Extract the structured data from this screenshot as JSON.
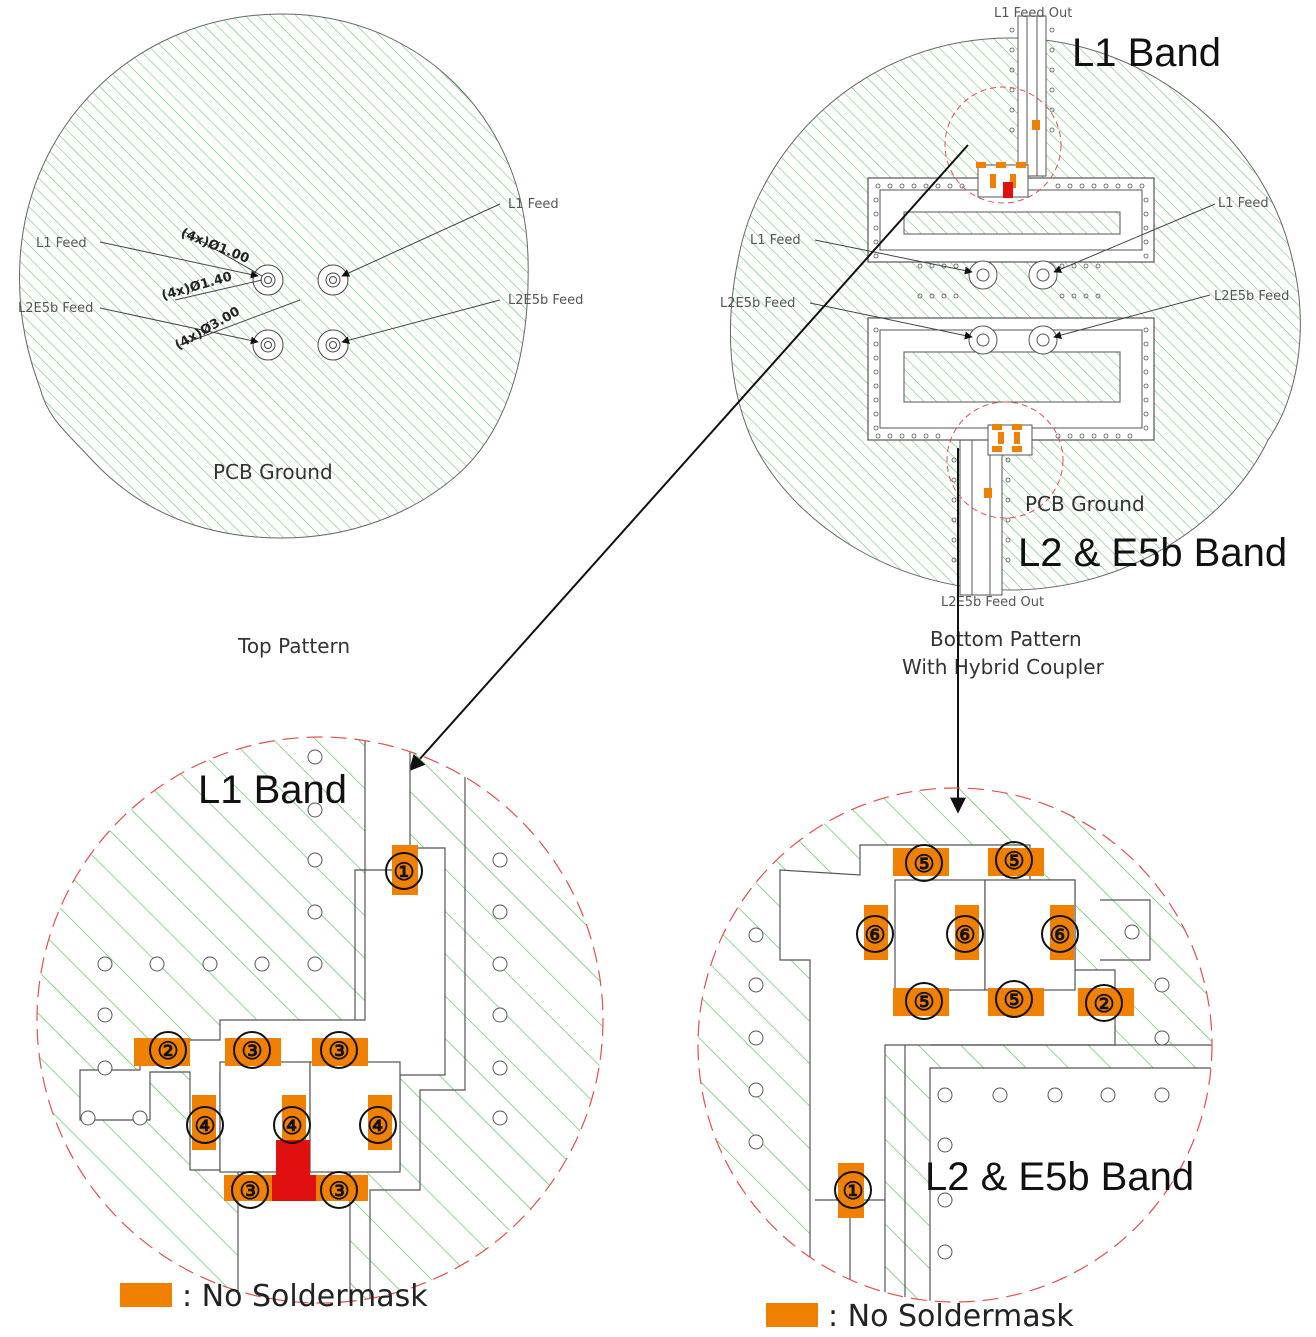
{
  "top_pattern": {
    "caption": "Top Pattern",
    "ground_label": "PCB Ground",
    "labels": {
      "l1_feed_left": "L1 Feed",
      "l1_feed_right": "L1 Feed",
      "l2e5b_feed_left": "L2E5b Feed",
      "l2e5b_feed_right": "L2E5b Feed"
    },
    "dims": [
      "(4x)Ø1.00",
      "(4x)Ø1.40",
      "(4x)Ø3.00"
    ]
  },
  "bottom_pattern": {
    "caption_line1": "Bottom Pattern",
    "caption_line2": "With Hybrid Coupler",
    "ground_label": "PCB Ground",
    "feed_out_top": "L1 Feed Out",
    "feed_out_bottom": "L2E5b Feed Out",
    "band_top": "L1 Band",
    "band_bottom": "L2 & E5b Band",
    "labels": {
      "l1_feed_left": "L1 Feed",
      "l1_feed_right": "L1 Feed",
      "l2e5b_feed_left": "L2E5b Feed",
      "l2e5b_feed_right": "L2E5b Feed"
    }
  },
  "detail_l1": {
    "title": "L1 Band",
    "badges": [
      "①",
      "②",
      "③",
      "③",
      "④",
      "④",
      "④",
      "③",
      "③"
    ],
    "legend": ": No Soldermask"
  },
  "detail_l2": {
    "title": "L2 & E5b Band",
    "badges": [
      "⑤",
      "⑤",
      "⑥",
      "⑥",
      "⑥",
      "⑤",
      "⑤",
      "②",
      "①"
    ],
    "legend": ": No Soldermask"
  },
  "colors": {
    "hatch": "#5cc85c",
    "pad": "#f08000",
    "short": "#e01010",
    "dashed_circle": "#e05050"
  }
}
